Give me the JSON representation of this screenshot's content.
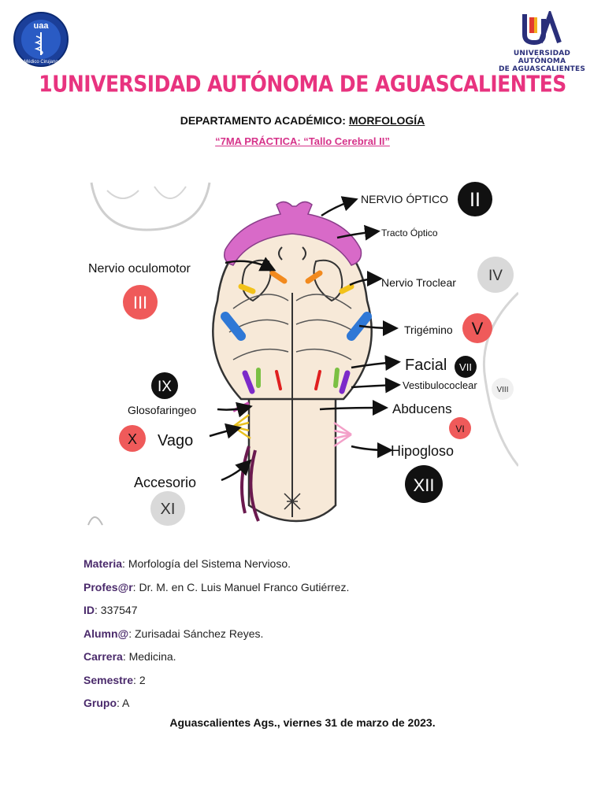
{
  "header": {
    "left_logo_text": "uaa",
    "left_logo_ring": "Médico Cirujano",
    "right_logo_line1": "UNIVERSIDAD AUTÓNOMA",
    "right_logo_line2": "DE AGUASCALIENTES",
    "title": "1UNIVERSIDAD AUTÓNOMA DE AGUASCALIENTES",
    "dept_prefix": "DEPARTAMENTO ACADÉMICO: ",
    "dept_name": "MORFOLOGÍA",
    "practica": "“7MA PRÁCTICA: “Tallo Cerebral II”"
  },
  "diagram": {
    "labels": {
      "optico": "NERVIO ÓPTICO",
      "tracto": "Tracto Óptico",
      "oculomotor": "Nervio oculomotor",
      "troclear": "Nervio Troclear",
      "trigemino": "Trigémino",
      "facial": "Facial",
      "vestibulococlear": "Vestibulococlear",
      "glosofaringeo": "Glosofaringeo",
      "abducens": "Abducens",
      "vago": "Vago",
      "hipogloso": "Hipogloso",
      "accesorio": "Accesorio"
    },
    "numerals": {
      "ii": "II",
      "iv": "IV",
      "iii": "III",
      "v": "V",
      "vii": "VII",
      "viii": "VIII",
      "ix": "IX",
      "x": "X",
      "vi": "VI",
      "xii": "XII",
      "xi": "XI"
    },
    "colors": {
      "black": "#111111",
      "red": "#ef5a5a",
      "gray": "#d9d9d9",
      "pink": "#d86ac8",
      "orange": "#f28a1e",
      "yellow": "#f2c21a",
      "blue": "#2f78d6",
      "green": "#7bc043",
      "purple": "#7c2ac9",
      "red_nerve": "#e02020",
      "brain": "#f7e9d8"
    }
  },
  "info": [
    {
      "key": "Materia",
      "value": "Morfología del Sistema Nervioso."
    },
    {
      "key": "Profes@r",
      "value": "Dr. M. en C. Luis Manuel Franco Gutiérrez."
    },
    {
      "key": "ID",
      "value": "337547"
    },
    {
      "key": "Alumn@",
      "value": "Zurisadai Sánchez Reyes."
    },
    {
      "key": "Carrera",
      "value": "Medicina."
    },
    {
      "key": "Semestre",
      "value": "2"
    },
    {
      "key": "Grupo",
      "value": "A"
    }
  ],
  "footer": "Aguascalientes Ags., viernes 31 de marzo de 2023."
}
